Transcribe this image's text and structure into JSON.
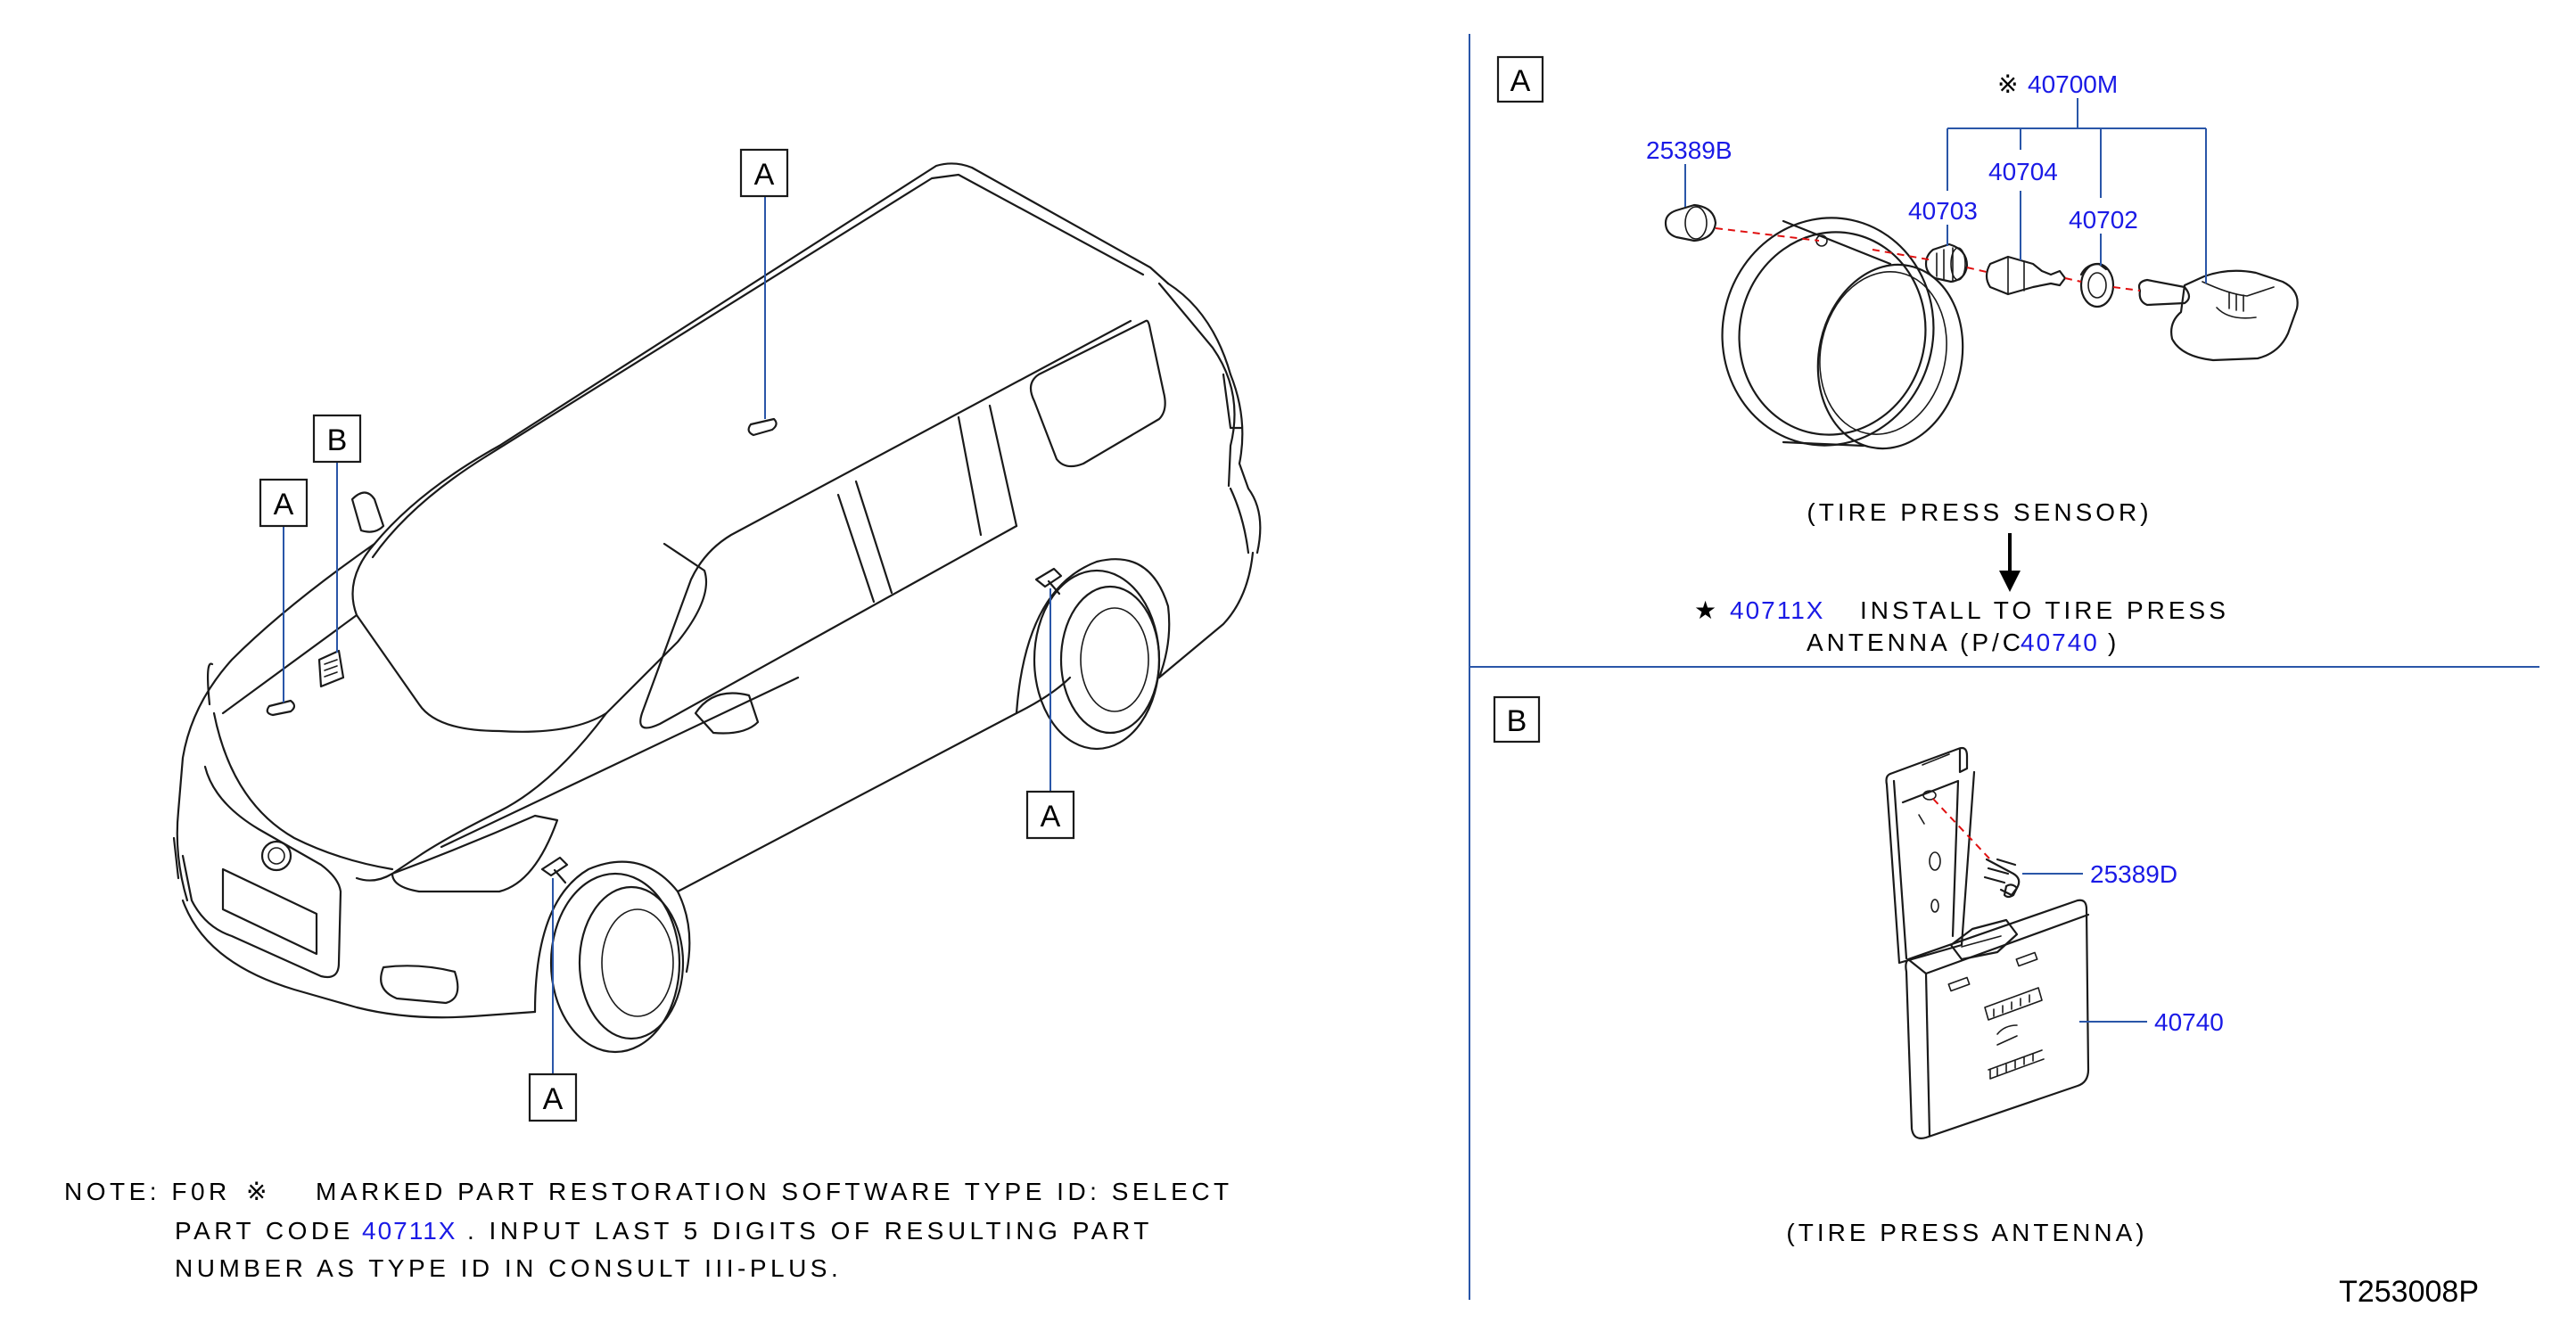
{
  "callouts": {
    "a": "A",
    "b": "B"
  },
  "section_a": {
    "label": "A",
    "parts": {
      "p40700m": "40700M",
      "p25389b": "25389B",
      "p40704": "40704",
      "p40703": "40703",
      "p40702": "40702"
    },
    "marker_symbol": "※",
    "caption": "(TIRE  PRESS  SENSOR)",
    "star": "★",
    "install_part": "40711X",
    "install_text": "INSTALL  TO  TIRE  PRESS",
    "antenna_text_1": "ANTENNA  (P/C",
    "antenna_part": "40740",
    "antenna_text_2": ")"
  },
  "section_b": {
    "label": "B",
    "parts": {
      "p25389d": "25389D",
      "p40740": "40740"
    },
    "caption": "(TIRE  PRESS  ANTENNA)"
  },
  "note": {
    "line1_a": "NOTE:  F0R",
    "line1_sym": "※",
    "line1_b": "MARKED  PART  RESTORATION  SOFTWARE  TYPE  ID:  SELECT",
    "line2_a": "PART  CODE",
    "line2_part": "40711X",
    "line2_b": ".  INPUT  LAST  5  DIGITS  OF  RESULTING  PART",
    "line3": "NUMBER  AS  TYPE  ID  IN  CONSULT  III-PLUS."
  },
  "reference": "T253008P",
  "colors": {
    "part_number": "#1a1ae6",
    "leader": "#2a56a8",
    "alignment": "#e01010"
  }
}
